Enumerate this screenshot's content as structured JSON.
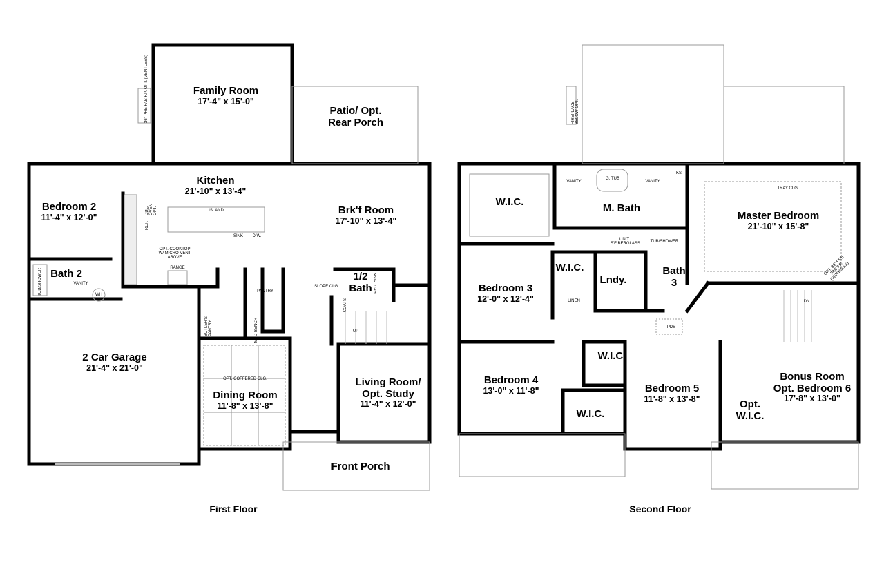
{
  "first_floor": {
    "title": "First Floor",
    "rooms": [
      {
        "name": "Family Room",
        "dim": "17'-4\" x 15'-0\""
      },
      {
        "name": "Patio/ Opt.",
        "name2": "Rear Porch"
      },
      {
        "name": "Kitchen",
        "dim": "21'-10\" x 13'-4\""
      },
      {
        "name": "Bedroom 2",
        "dim": "11'-4\" x 12'-0\""
      },
      {
        "name": "Brk'f Room",
        "dim": "17'-10\" x 13'-4\""
      },
      {
        "name": "Bath 2"
      },
      {
        "name": "1/2",
        "name2": "Bath"
      },
      {
        "name": "2 Car Garage",
        "dim": "21'-4\" x 21'-0\""
      },
      {
        "name": "Dining Room",
        "dim": "11'-8\" x 13'-8\""
      },
      {
        "name": "Living Room/",
        "name2": "Opt. Study",
        "dim": "11'-4\" x 12'-0\""
      },
      {
        "name": "Front Porch"
      }
    ],
    "notes": {
      "fireplace": "36\" PRE FAB F.P. OPT. (VENTLESS)",
      "island": "ISLAND",
      "sink": "SINK",
      "dw": "D.W.",
      "ref": "REF.",
      "oven": "DBL. OVEN OPT.",
      "cooktop": "OPT. COOKTOP W/ MICRO VENT ABOVE",
      "range": "RANGE",
      "pantry": "PANTRY",
      "butlers": "BUTLER'S PANTRY",
      "mud": "MUD BENCH",
      "slope": "SLOPE CLG.",
      "coats": "COATS",
      "ped_sink": "PED. SINK",
      "up": "UP",
      "tub": "TUB/SHOWER",
      "vanity": "VANITY",
      "wh": "WH",
      "coffered": "OPT. COFFERED CLG."
    }
  },
  "second_floor": {
    "title": "Second Floor",
    "rooms": [
      {
        "name": "W.I.C."
      },
      {
        "name": "M. Bath"
      },
      {
        "name": "Master Bedroom",
        "dim": "21'-10\" x 15'-8\""
      },
      {
        "name": "W.I.C."
      },
      {
        "name": "Bedroom 3",
        "dim": "12'-0\" x 12'-4\""
      },
      {
        "name": "Lndy."
      },
      {
        "name": "Bath",
        "name2": "3"
      },
      {
        "name": "W.I.C."
      },
      {
        "name": "Bedroom 4",
        "dim": "13'-0\" x 11'-8\""
      },
      {
        "name": "W.I.C."
      },
      {
        "name": "Bedroom 5",
        "dim": "11'-8\" x 13'-8\""
      },
      {
        "name": "Bonus Room",
        "name2": "Opt. Bedroom 6",
        "dim": "17'-8\" x 13'-0\""
      },
      {
        "name": "Opt.",
        "name2": "W.I.C."
      }
    ],
    "notes": {
      "fireplace_below": "FIREPLACE BELOW OPT.",
      "vanity": "VANITY",
      "gtub": "G. TUB",
      "ks": "KS",
      "tray": "TRAY CLG.",
      "unit": "UNIT S'FIBERGLASS",
      "tub": "TUB/SHOWER",
      "linen": "LINEN",
      "pds": "PDS",
      "dn": "DN",
      "fp": "OPT. 36\" PRE FAB F.P. (VENTLESS)"
    }
  }
}
